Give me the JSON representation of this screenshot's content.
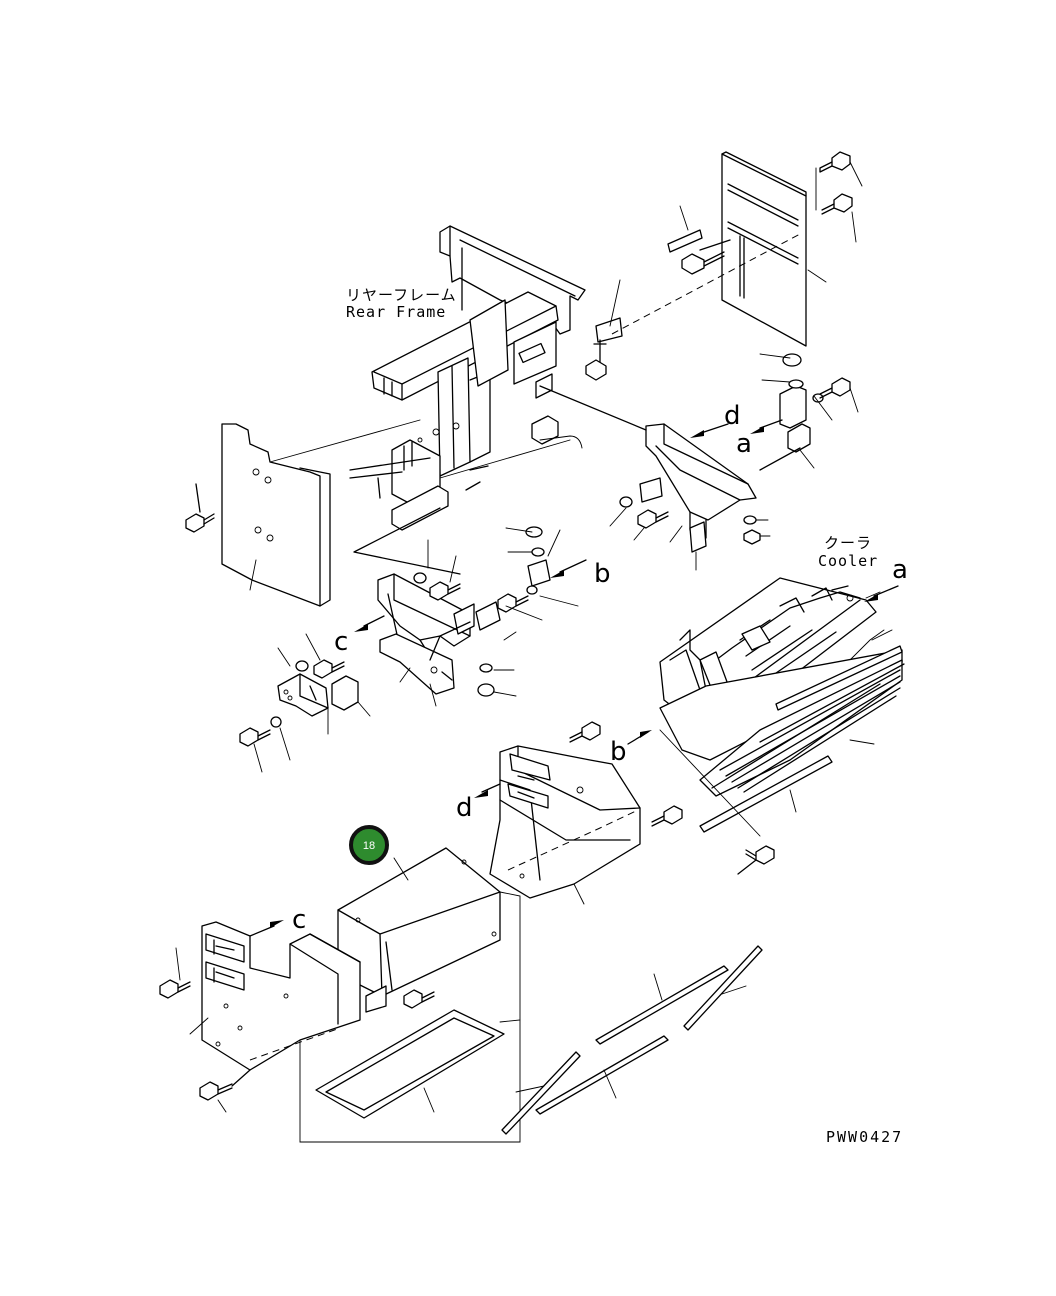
{
  "labels": {
    "rear_frame_jp": "リヤーフレーム",
    "rear_frame_en": "Rear Frame",
    "cooler_jp": "クーラ",
    "cooler_en": "Cooler",
    "drawing_code": "PWW0427"
  },
  "connection_markers": {
    "a_top": "a",
    "a_right": "a",
    "b_mid": "b",
    "b_lower": "b",
    "c_mid": "c",
    "c_lower": "c",
    "d_top": "d",
    "d_lower": "d"
  },
  "callouts": [
    {
      "number": "18",
      "color": "#2e8b2e"
    }
  ]
}
